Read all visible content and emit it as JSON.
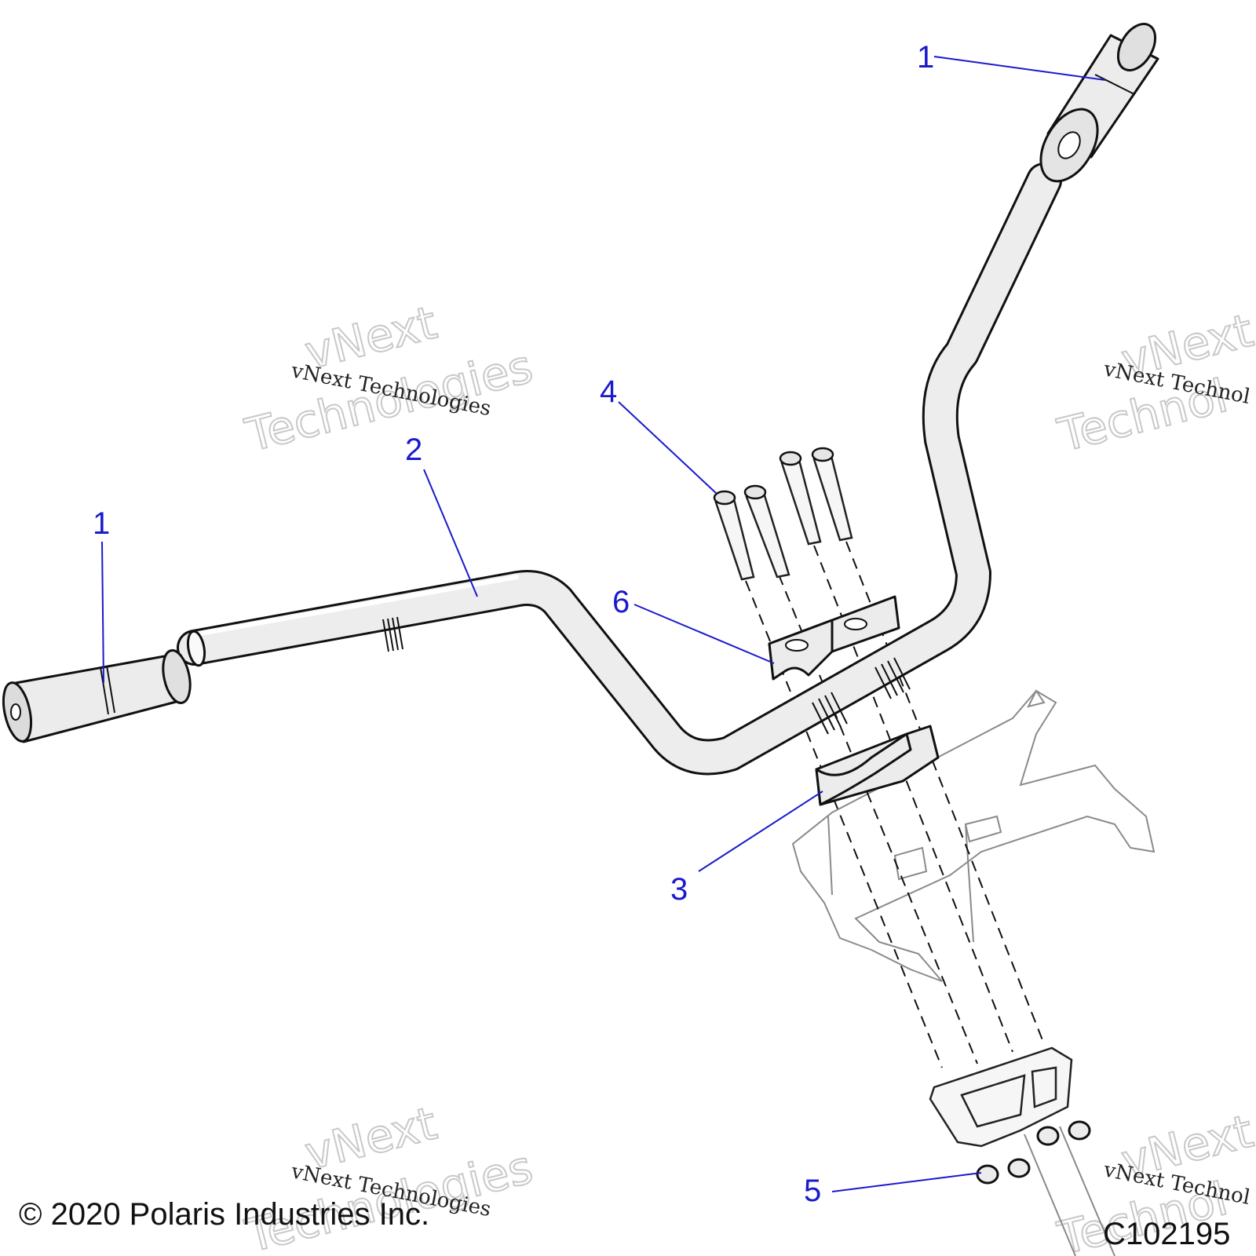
{
  "callouts": {
    "grip_right": "1",
    "grip_left": "1",
    "handlebar": "2",
    "clamp_lower": "3",
    "bolts": "4",
    "nuts": "5",
    "clamp_upper": "6"
  },
  "watermark": {
    "line_small": "vNext Technologies",
    "line_big_1": "vNext",
    "line_big_2": "Technologies",
    "line_small_cut": "vNext Technol",
    "line_big_cut": "Technol"
  },
  "footer": {
    "copyright": "© 2020 Polaris Industries Inc.",
    "diagram_id": "C102195"
  },
  "colors": {
    "callout": "#1a1acc",
    "line": "#111111",
    "part_fill": "#ececec"
  }
}
